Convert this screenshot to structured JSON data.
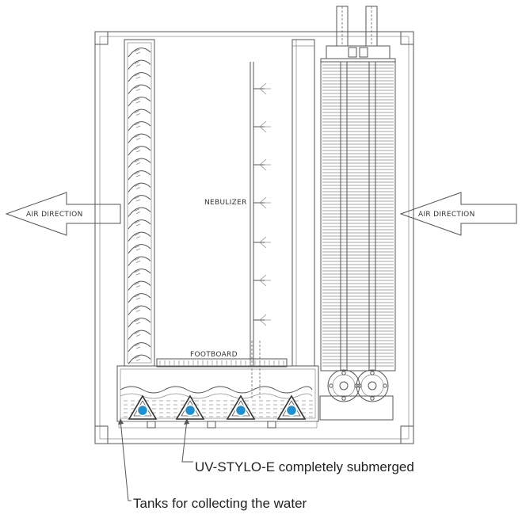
{
  "labels": {
    "air_direction_left": "AIR DIRECTION",
    "air_direction_right": "AIR DIRECTION",
    "nebulizer": "NEBULIZER",
    "footboard": "FOOTBOARD"
  },
  "callouts": {
    "uv_stylo": "UV-STYLO-E  completely submerged",
    "tanks": "Tanks for collecting the water"
  },
  "colors": {
    "line": "#555555",
    "uv_lamp_blue": "#1e8fd0"
  }
}
